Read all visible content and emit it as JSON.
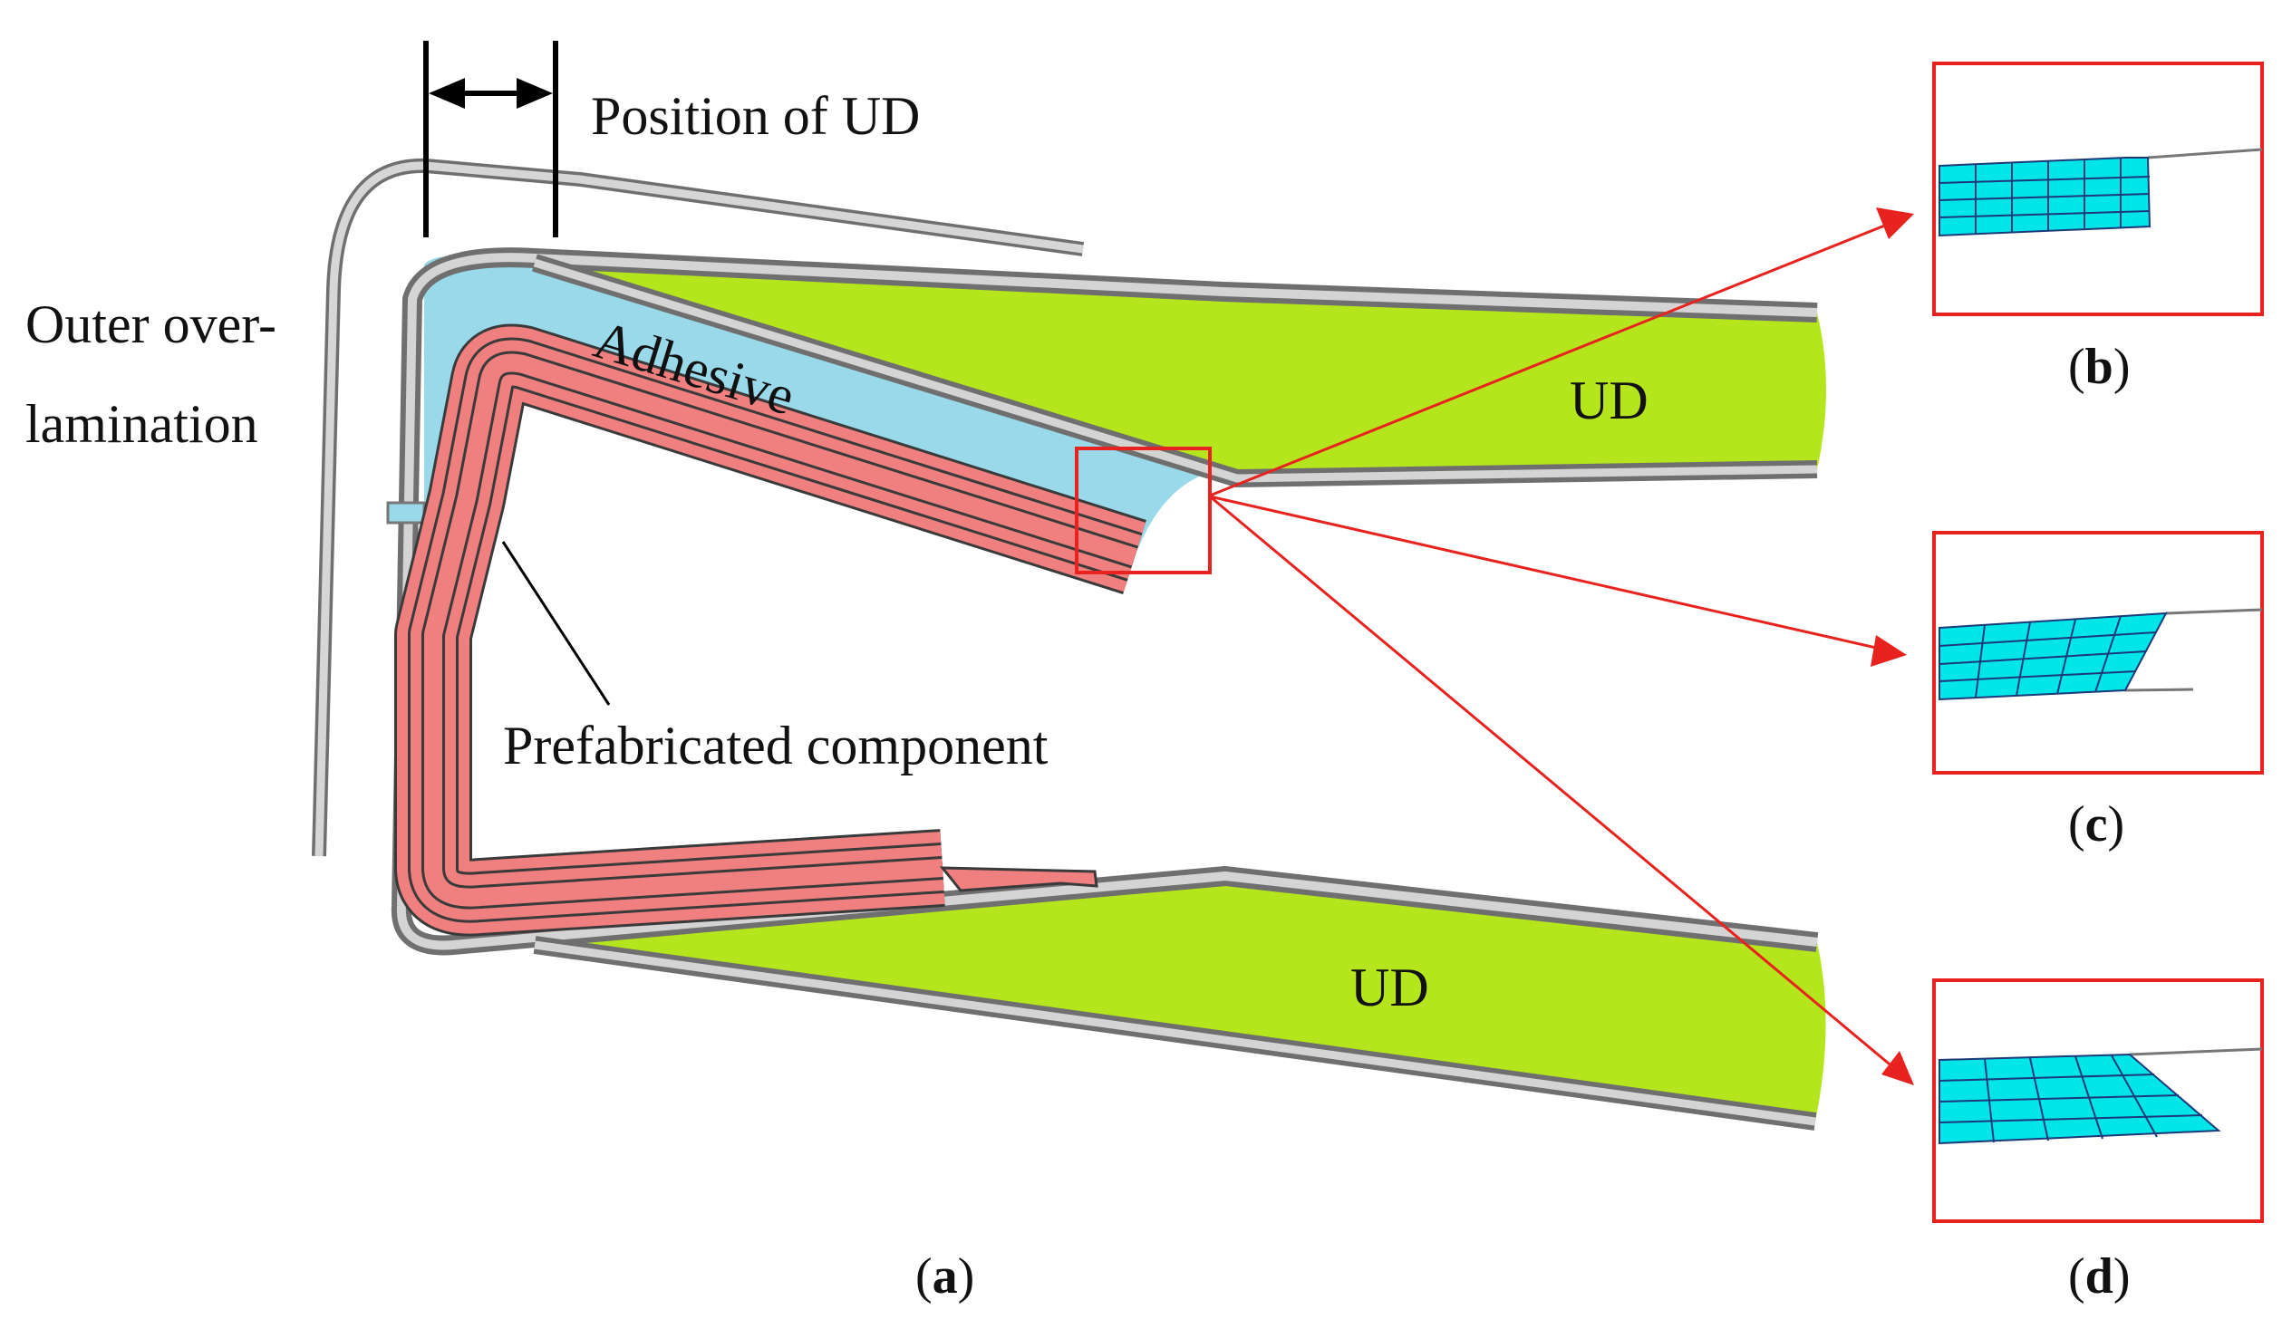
{
  "labels": {
    "position_of_ud": "Position of UD",
    "outer_line1": "Outer over-",
    "outer_line2": "lamination",
    "adhesive": "Adhesive",
    "ud_top": "UD",
    "ud_bottom": "UD",
    "prefab": "Prefabricated component"
  },
  "captions": {
    "a": "(a)",
    "a_open": "(",
    "a_letter": "a",
    "a_close": ")",
    "b": "(b)",
    "b_open": "(",
    "b_letter": "b",
    "b_close": ")",
    "c": "(c)",
    "c_open": "(",
    "c_letter": "c",
    "c_close": ")",
    "d": "(d)",
    "d_open": "(",
    "d_letter": "d",
    "d_close": ")"
  },
  "colors": {
    "ud_fill": "#b5e61d",
    "adhesive_fill": "#99d9ea",
    "prefab_fill": "#f08080",
    "laminate_gray": "#8c8c8c",
    "highlight_red": "#e8231f",
    "mesh_cyan": "#00e5e8"
  }
}
